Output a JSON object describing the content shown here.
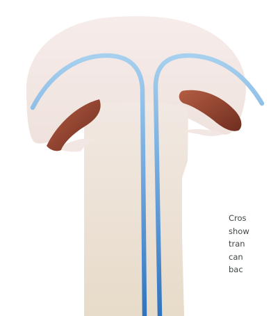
{
  "diagram": {
    "caption_lines": [
      "Cros",
      "show",
      "tran",
      "can",
      "bac"
    ],
    "colors": {
      "cap_fill": "#f3e7e4",
      "stem_fill": "#eadfcd",
      "vessel_top": "#a7d0ee",
      "vessel_bottom": "#2f73bf",
      "gill": "#8e3f2b"
    }
  }
}
